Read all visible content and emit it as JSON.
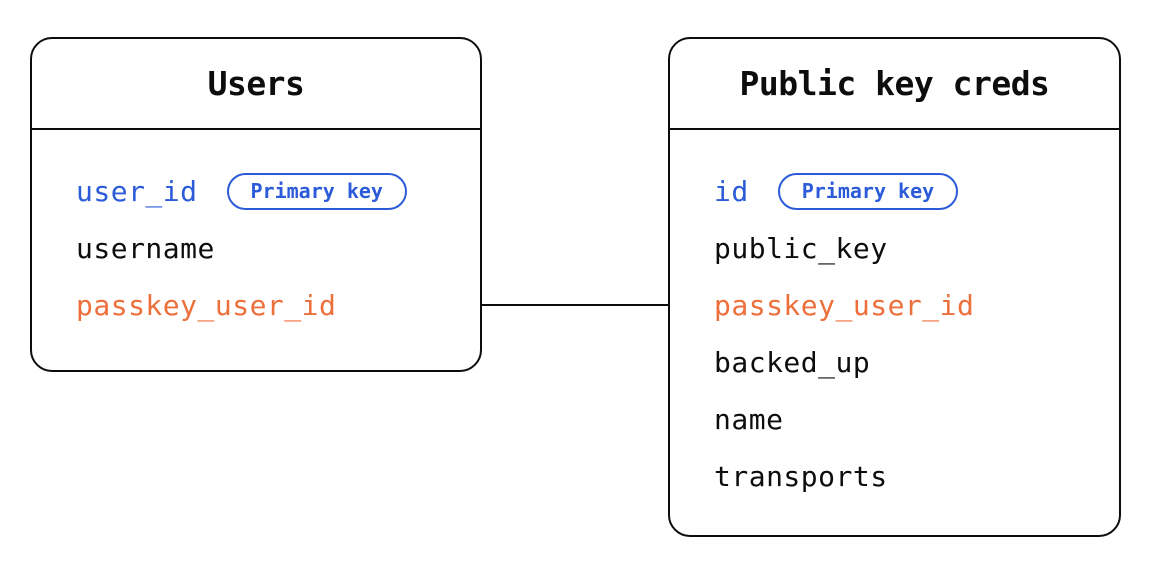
{
  "tables": [
    {
      "name": "Users",
      "fields": [
        {
          "name": "user_id",
          "color": "blue",
          "badge": "Primary key"
        },
        {
          "name": "username",
          "color": "black"
        },
        {
          "name": "passkey_user_id",
          "color": "orange"
        }
      ]
    },
    {
      "name": "Public key creds",
      "fields": [
        {
          "name": "id",
          "color": "blue",
          "badge": "Primary key"
        },
        {
          "name": "public_key",
          "color": "black"
        },
        {
          "name": "passkey_user_id",
          "color": "orange"
        },
        {
          "name": "backed_up",
          "color": "black"
        },
        {
          "name": "name",
          "color": "black"
        },
        {
          "name": "transports",
          "color": "black"
        }
      ]
    }
  ],
  "relation": {
    "from_table": "Users",
    "from_field": "passkey_user_id",
    "to_table": "Public key creds",
    "to_field": "passkey_user_id"
  },
  "colors": {
    "blue": "#2b5bd8",
    "orange": "#ed703c",
    "black": "#0d0d0d",
    "border": "#0d0d0d",
    "background": "#ffffff"
  }
}
